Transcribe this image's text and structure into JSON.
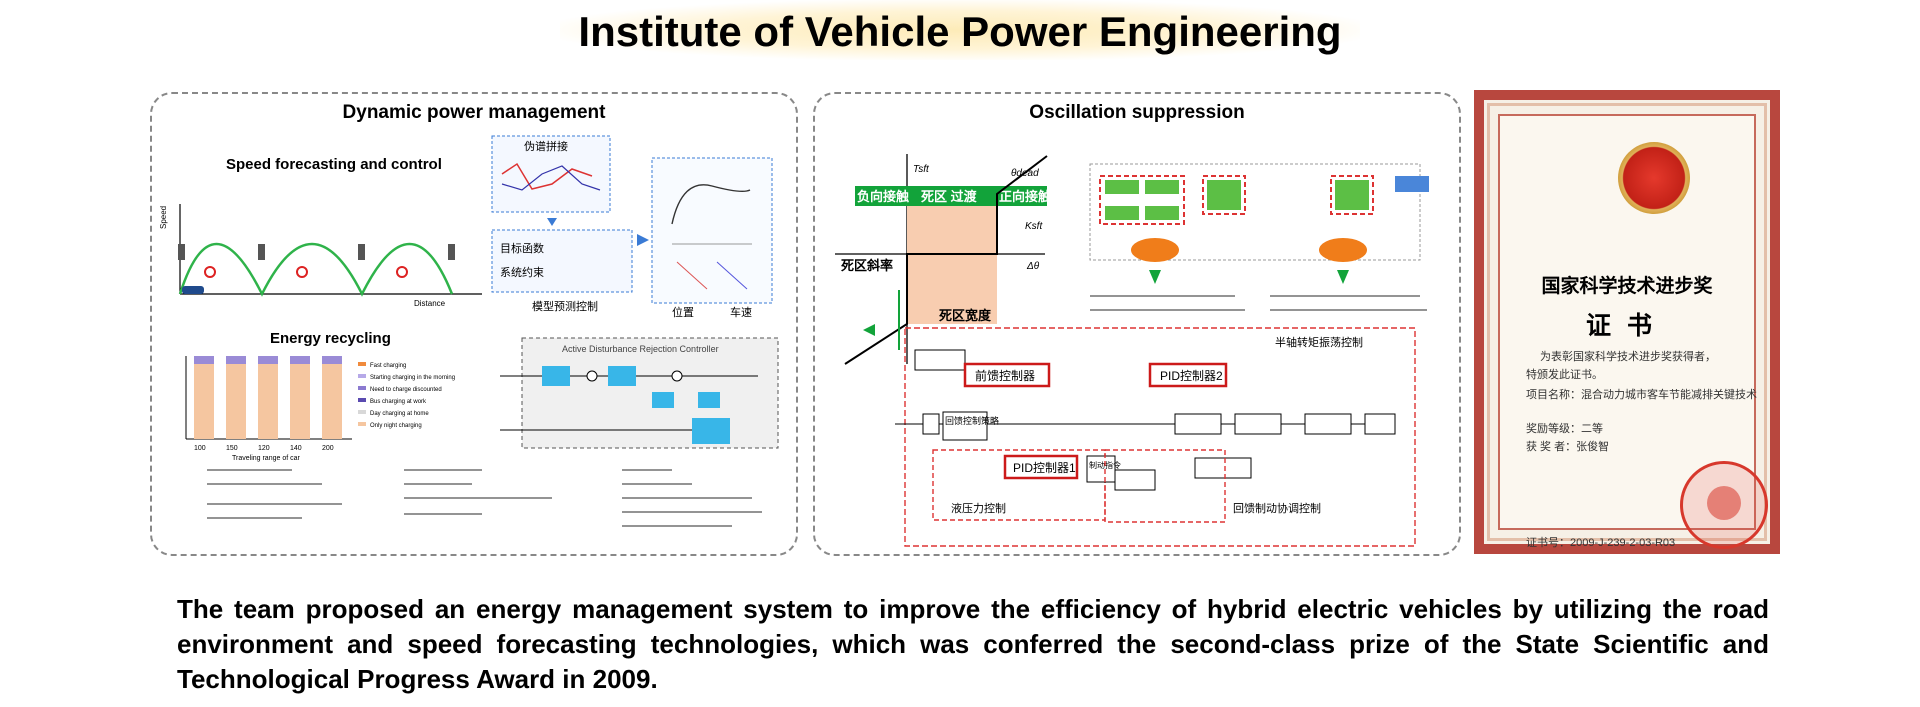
{
  "header": {
    "title": "Institute of Vehicle Power Engineering"
  },
  "dpm": {
    "title": "Dynamic power management",
    "speed_title": "Speed forecasting and control",
    "speed_ylabel": "Speed",
    "speed_xlabel": "Distance",
    "pseudo_label": "伪谱拼接",
    "objective_label": "目标函数",
    "constraint_label": "系统约束",
    "mpc_label": "模型预测控制",
    "pos_label": "位置",
    "speed_label": "车速",
    "energy_title": "Energy recycling",
    "energy_xlabel": "Traveling range of car",
    "energy_xticks": [
      "100",
      "150",
      "120",
      "140",
      "200"
    ],
    "energy_legend": [
      "Fast charging",
      "Starting charging in the morning",
      "Need to charge discounted",
      "Bus charging at work",
      "Day charging at home",
      "Only night charging"
    ],
    "adrc_label": "Active Disturbance Rejection Controller"
  },
  "osc": {
    "title": "Oscillation suppression",
    "neg_label": "负向接触",
    "dead_label": "死区 过渡",
    "pos_label": "正向接触",
    "slope_label": "死区斜率",
    "width_label": "死区宽度",
    "t_label": "Tsft",
    "theta_label": "θdead",
    "k_label": "Ksft",
    "dtheta_label": "Δθ",
    "half_shaft_label": "半轴转矩振荡控制",
    "ff_label": "前馈控制器",
    "pid2_label": "PID控制器2",
    "pid1_label": "PID控制器1",
    "regen_label": "回馈控制策略",
    "hydraulic_label": "液压力控制",
    "braking_label": "回馈制动协调控制",
    "cmd_label": "制动指令"
  },
  "certificate": {
    "title1": "国家科学技术进步奖",
    "title2": "证书",
    "line1": "为表彰国家科学技术进步奖获得者，",
    "line2": "特颁发此证书。",
    "project_label": "项目名称：",
    "project": "混合动力城市客车节能减排关键技术",
    "grade_label": "奖励等级：",
    "grade": "二等",
    "winner_label": "获 奖 者：",
    "winner": "张俊智",
    "number_label": "证书号：",
    "number": "2009-J-239-2-03-R03"
  },
  "caption": "The team proposed an energy management system to improve the efficiency of hybrid electric vehicles by utilizing the road environment and speed forecasting technologies, which was conferred the second-class prize of the State Scientific and Technological Progress Award in 2009."
}
